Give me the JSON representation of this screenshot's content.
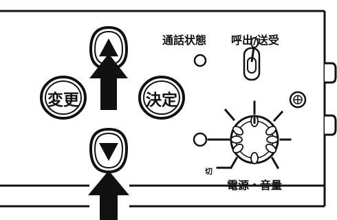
{
  "labels": {
    "call_status": "通話状態",
    "call_send_receive": "呼出/送受",
    "power_volume": "電源・音量",
    "off": "切"
  },
  "buttons": {
    "change": "変更",
    "confirm": "決定"
  },
  "icons": {
    "up": "triangle-up-icon",
    "down": "triangle-down-icon",
    "arrow": "arrow-up-icon",
    "speaker": "speaker-icon"
  },
  "colors": {
    "ink": "#111111",
    "panel": "#ffffff"
  }
}
